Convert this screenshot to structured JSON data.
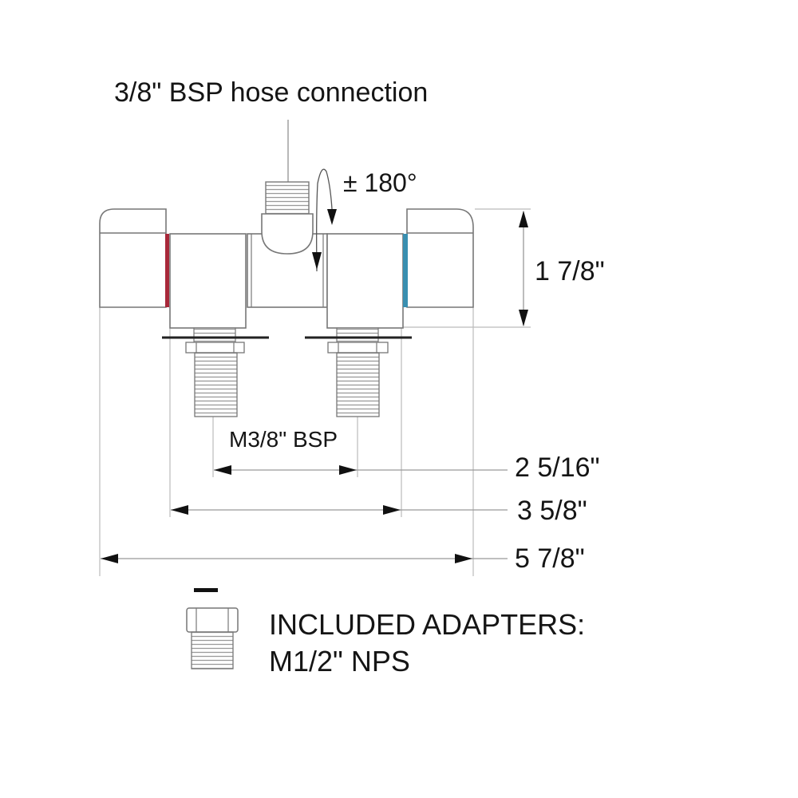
{
  "diagram": {
    "title": "Deck-mount mixing faucet dimensional drawing",
    "labels": {
      "hose_connection": "3/8\" BSP hose connection",
      "rotation": "± 180°",
      "height": "1 7/8\"",
      "inlet_thread": "M3/8\" BSP",
      "inlet_spacing": "2 5/16\"",
      "valve_body_width": "3 5/8\"",
      "overall_width": "5 7/8\"",
      "adapters_line1": "INCLUDED ADAPTERS:",
      "adapters_line2": "M1/2\" NPS"
    },
    "colors": {
      "hot_indicator": "#a8283a",
      "cold_indicator": "#3a8fb0",
      "outline": "#777777",
      "dimension_line": "#999999",
      "text": "#151515"
    },
    "components": [
      {
        "name": "left-handle",
        "indicator": "hot"
      },
      {
        "name": "left-valve-body"
      },
      {
        "name": "center-spout-body"
      },
      {
        "name": "hose-connection-thread"
      },
      {
        "name": "right-valve-body"
      },
      {
        "name": "right-handle",
        "indicator": "cold"
      },
      {
        "name": "left-inlet-shank"
      },
      {
        "name": "right-inlet-shank"
      },
      {
        "name": "adapter-fitting"
      }
    ]
  }
}
